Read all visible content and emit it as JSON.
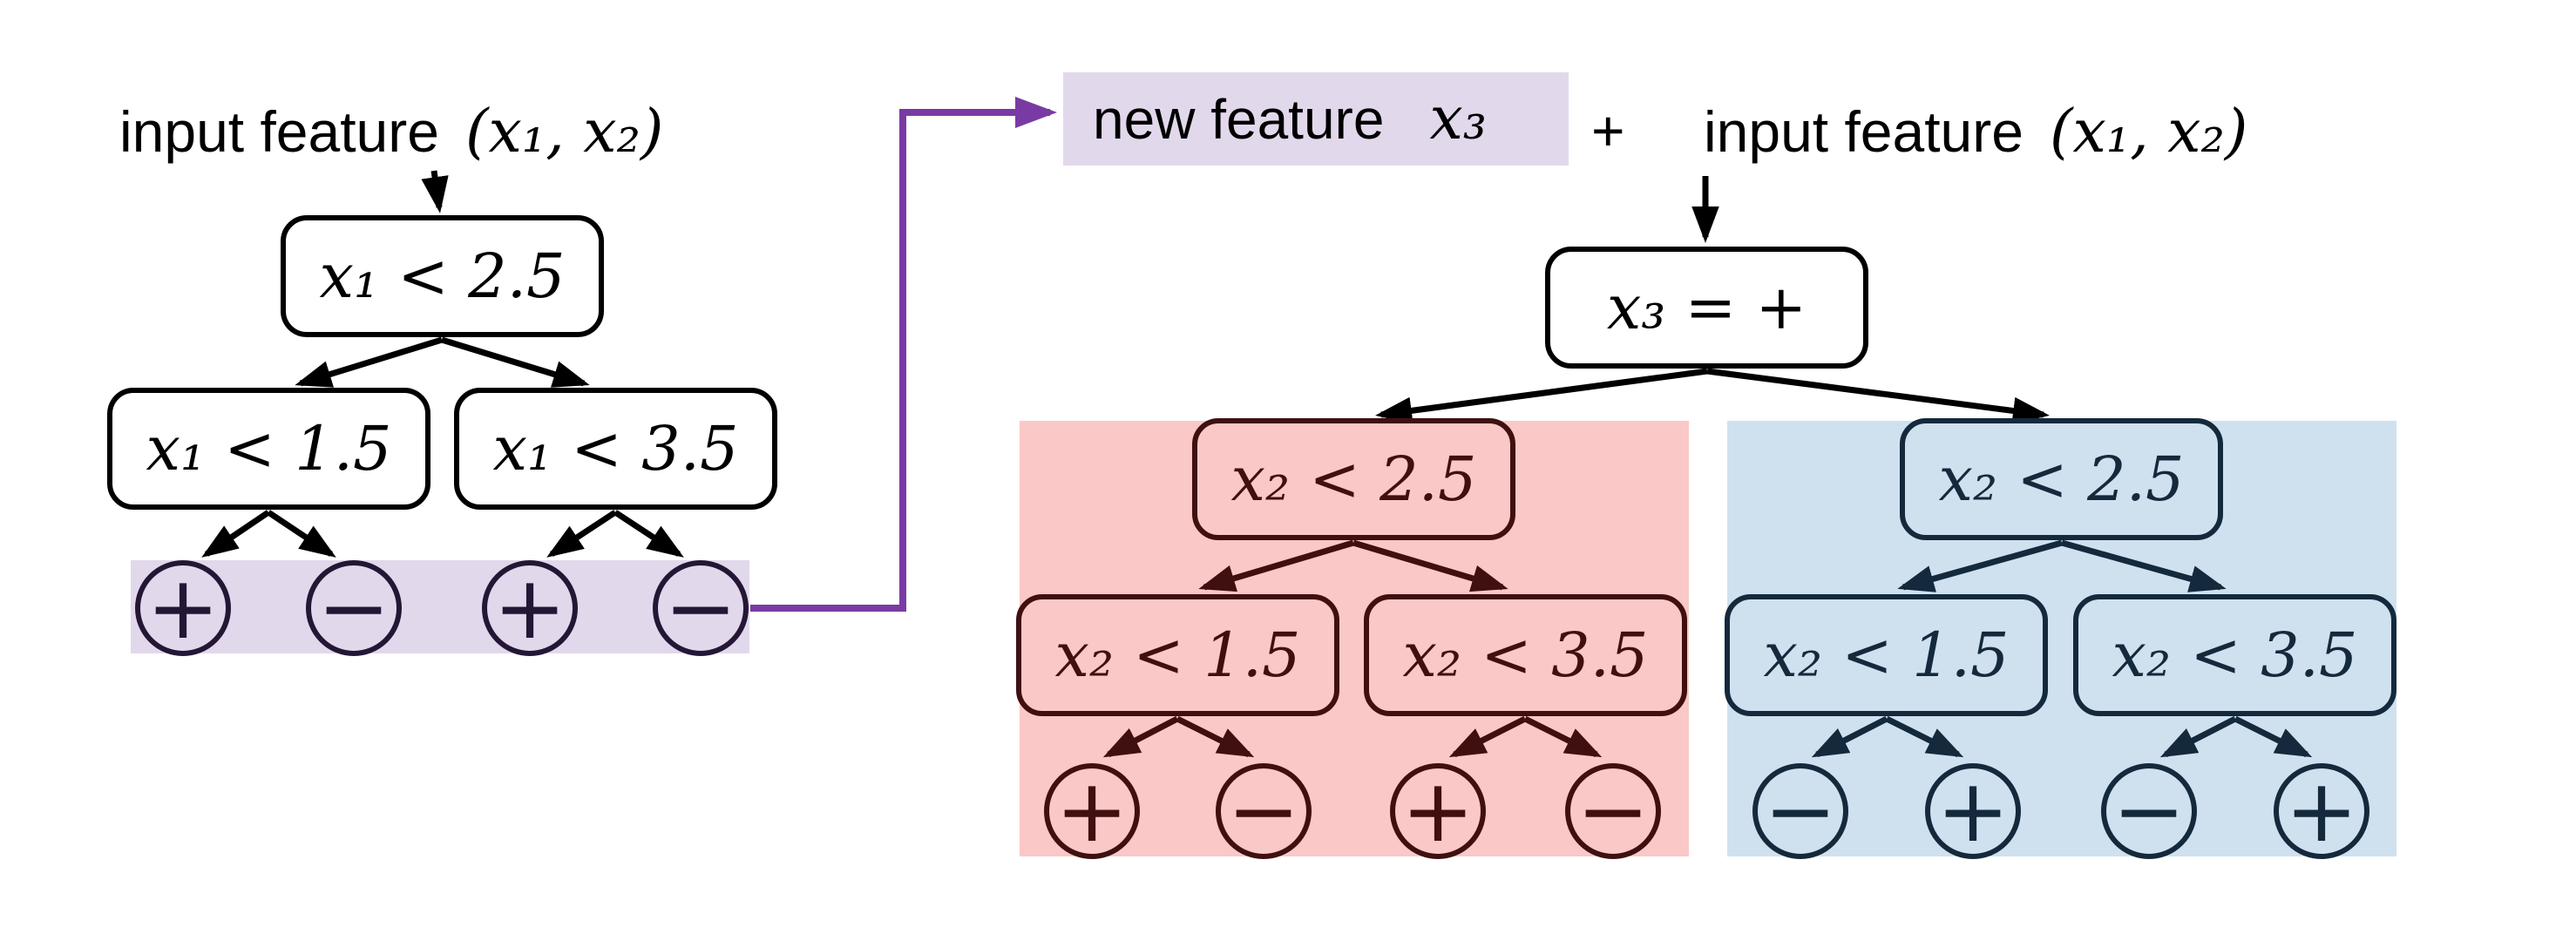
{
  "colors": {
    "purple_arrow": "#7a3aa4",
    "lavender_highlight": "#e2d8eb",
    "red_region_bg": "#fac8c7",
    "red_region_ink": "#401010",
    "blue_region_bg": "#cfe1ef",
    "blue_region_ink": "#14293c",
    "left_leaf_ink": "#241736",
    "tree_ink": "#000000"
  },
  "left_panel": {
    "title_label": "input feature",
    "title_math": "(x₁, x₂)",
    "root_label": "x₁ < 2.5",
    "child_left_label": "x₁ < 1.5",
    "child_right_label": "x₁ < 3.5",
    "leaves": [
      "+",
      "−",
      "+",
      "−"
    ]
  },
  "connector": {
    "new_feature_label": "new feature",
    "new_feature_math": "x₃",
    "plus": "+"
  },
  "right_panel": {
    "title_label": "input feature",
    "title_math": "(x₁, x₂)",
    "root_label": "x₃ = +",
    "red_subtree": {
      "root_label": "x₂ < 2.5",
      "child_left_label": "x₂ < 1.5",
      "child_right_label": "x₂ < 3.5",
      "leaves": [
        "+",
        "−",
        "+",
        "−"
      ]
    },
    "blue_subtree": {
      "root_label": "x₂ < 2.5",
      "child_left_label": "x₂ < 1.5",
      "child_right_label": "x₂ < 3.5",
      "leaves": [
        "−",
        "+",
        "−",
        "+"
      ]
    }
  }
}
